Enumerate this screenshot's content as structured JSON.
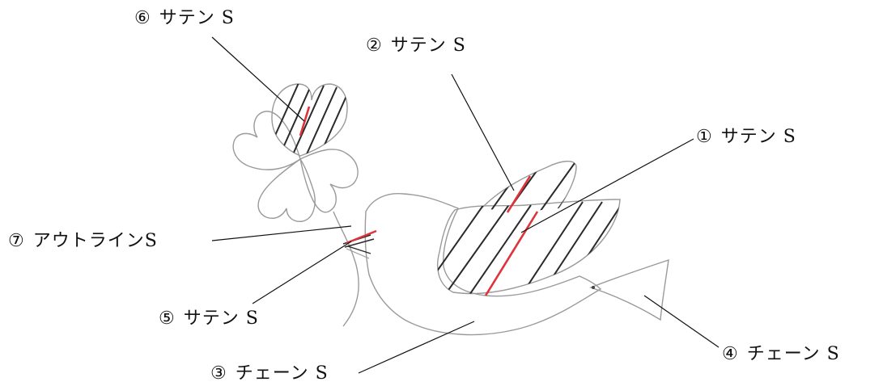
{
  "labels": [
    {
      "id": "l6",
      "num": "⑥",
      "text": "サテン S"
    },
    {
      "id": "l2",
      "num": "②",
      "text": "サテン S"
    },
    {
      "id": "l1",
      "num": "①",
      "text": "サテン S"
    },
    {
      "id": "l7",
      "num": "⑦",
      "text": "アウトラインS"
    },
    {
      "id": "l5",
      "num": "⑤",
      "text": "サテン S"
    },
    {
      "id": "l3",
      "num": "③",
      "text": "チェーン S"
    },
    {
      "id": "l4",
      "num": "④",
      "text": "チェーン S"
    }
  ],
  "colors": {
    "outline": "#9a9a9a",
    "hatch": "#2a2a2a",
    "accent": "#e0323a",
    "leader": "#111111"
  }
}
